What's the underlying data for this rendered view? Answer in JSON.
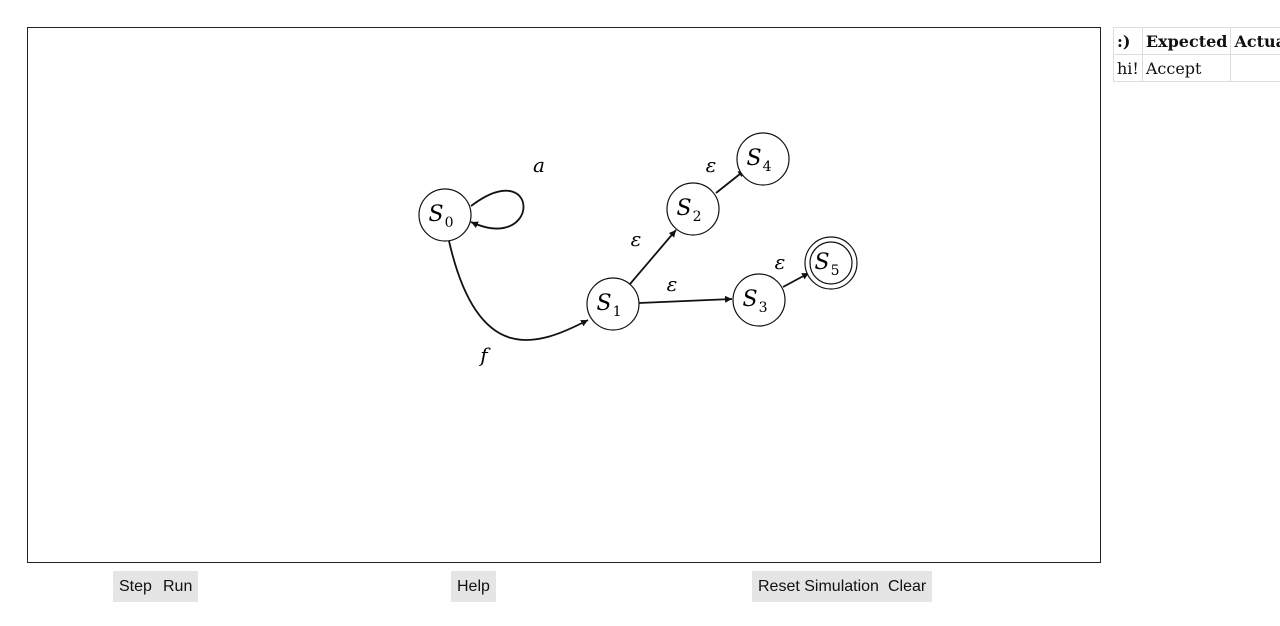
{
  "graph": {
    "nodes": [
      {
        "id": "S0",
        "letter": "S",
        "sub": "0",
        "accept": false
      },
      {
        "id": "S1",
        "letter": "S",
        "sub": "1",
        "accept": false
      },
      {
        "id": "S2",
        "letter": "S",
        "sub": "2",
        "accept": false
      },
      {
        "id": "S3",
        "letter": "S",
        "sub": "3",
        "accept": false
      },
      {
        "id": "S4",
        "letter": "S",
        "sub": "4",
        "accept": false
      },
      {
        "id": "S5",
        "letter": "S",
        "sub": "5",
        "accept": true
      }
    ],
    "edges": [
      {
        "from": "S0",
        "to": "S0",
        "label": "a"
      },
      {
        "from": "S0",
        "to": "S1",
        "label": "f"
      },
      {
        "from": "S1",
        "to": "S2",
        "label": "ε"
      },
      {
        "from": "S1",
        "to": "S3",
        "label": "ε"
      },
      {
        "from": "S2",
        "to": "S4",
        "label": "ε"
      },
      {
        "from": "S3",
        "to": "S5",
        "label": "ε"
      }
    ]
  },
  "tests": {
    "headers": {
      "status": ":)",
      "expected": "Expected",
      "actual": "Actual"
    },
    "rows": [
      {
        "input": "hi!",
        "expected": "Accept",
        "actual": ""
      }
    ]
  },
  "controls": {
    "step": "Step",
    "run": "Run",
    "help": "Help",
    "reset": "Reset Simulation",
    "clear": "Clear"
  }
}
